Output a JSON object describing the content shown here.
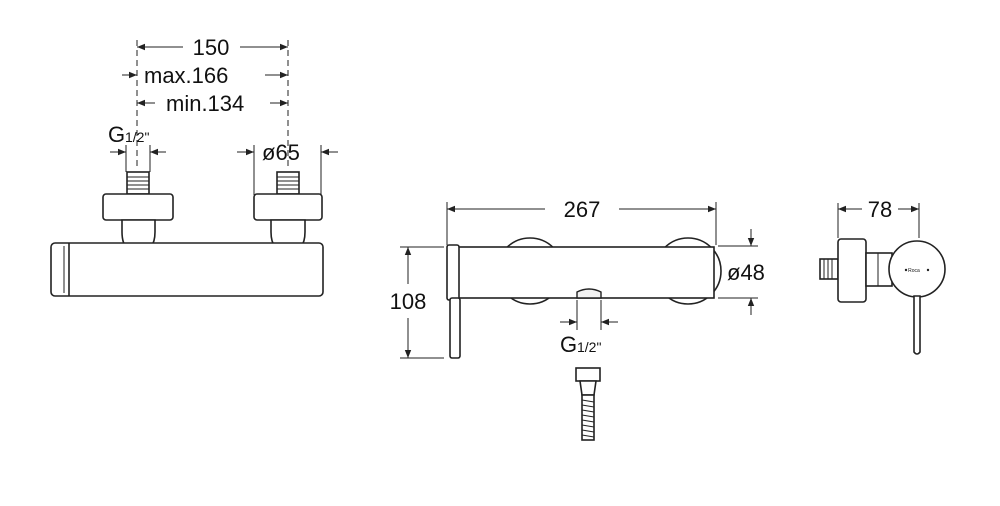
{
  "front_view": {
    "dim_center": "150",
    "dim_max": "max.166",
    "dim_min": "min.134",
    "thread_g": "G",
    "thread_frac": "1/2\"",
    "dim_diameter": "ø65"
  },
  "top_view": {
    "dim_length": "267",
    "dim_height": "108",
    "dim_diameter": "ø48",
    "thread_g": "G",
    "thread_frac": "1/2\""
  },
  "side_view": {
    "dim_depth": "78",
    "logo_text": "Roca"
  },
  "colors": {
    "line": "#222222",
    "background": "#ffffff"
  }
}
